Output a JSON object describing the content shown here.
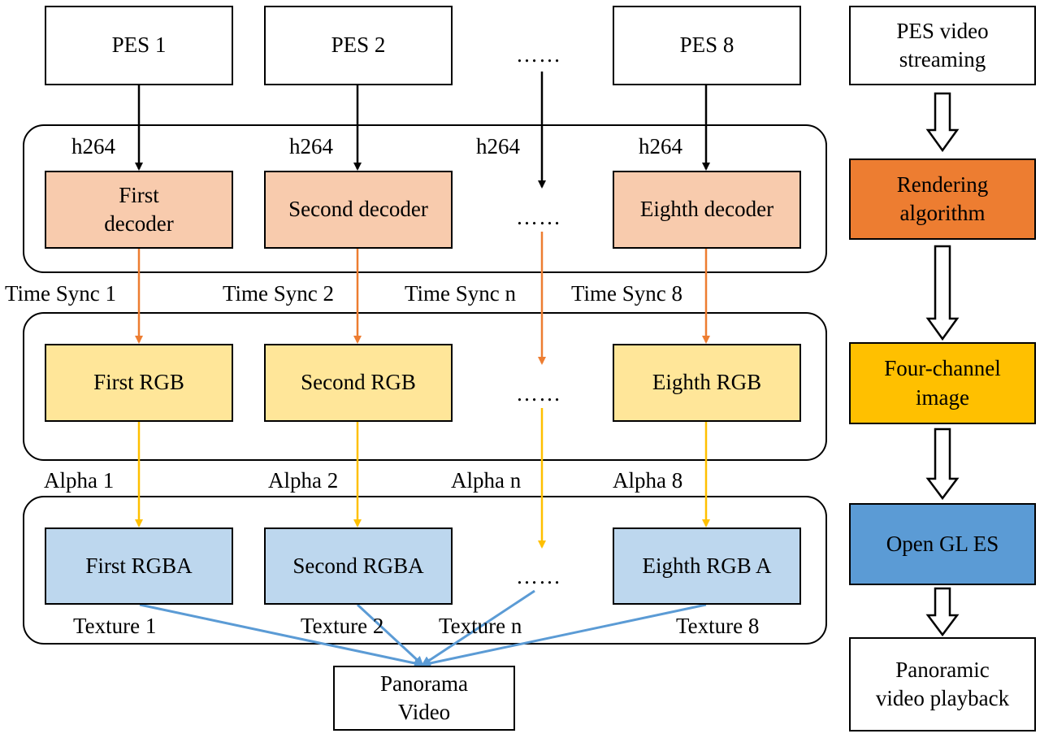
{
  "pes": [
    "PES 1",
    "PES 2",
    "PES 8"
  ],
  "h264": [
    "h264",
    "h264",
    "h264",
    "h264"
  ],
  "decoders": [
    "First\ndecoder",
    "Second decoder",
    "Eighth decoder"
  ],
  "time_sync": [
    "Time Sync 1",
    "Time Sync 2",
    "Time Sync n",
    "Time Sync 8"
  ],
  "rgb": [
    "First RGB",
    "Second RGB",
    "Eighth RGB"
  ],
  "alpha": [
    "Alpha 1",
    "Alpha 2",
    "Alpha n",
    "Alpha 8"
  ],
  "rgba": [
    "First RGBA",
    "Second RGBA",
    "Eighth RGB A"
  ],
  "texture": [
    "Texture 1",
    "Texture 2",
    "Texture n",
    "Texture 8"
  ],
  "ellipsis": [
    "……",
    "……",
    "……",
    "……"
  ],
  "output": "Panorama\nVideo",
  "pipeline": [
    "PES video\nstreaming",
    "Rendering\nalgorithm",
    "Four-channel\nimage",
    "Open GL ES",
    "Panoramic\nvideo playback"
  ],
  "colors": {
    "decoder_fill": "#f8cbad",
    "rgb_fill": "#ffe699",
    "rgba_fill": "#bdd7ee",
    "rendering": "#ed7d31",
    "four_channel": "#ffc000",
    "opengl": "#5b9bd5",
    "orange_arrow": "#ed7d31",
    "yellow_arrow": "#ffc000",
    "blue_line": "#5b9bd5"
  }
}
